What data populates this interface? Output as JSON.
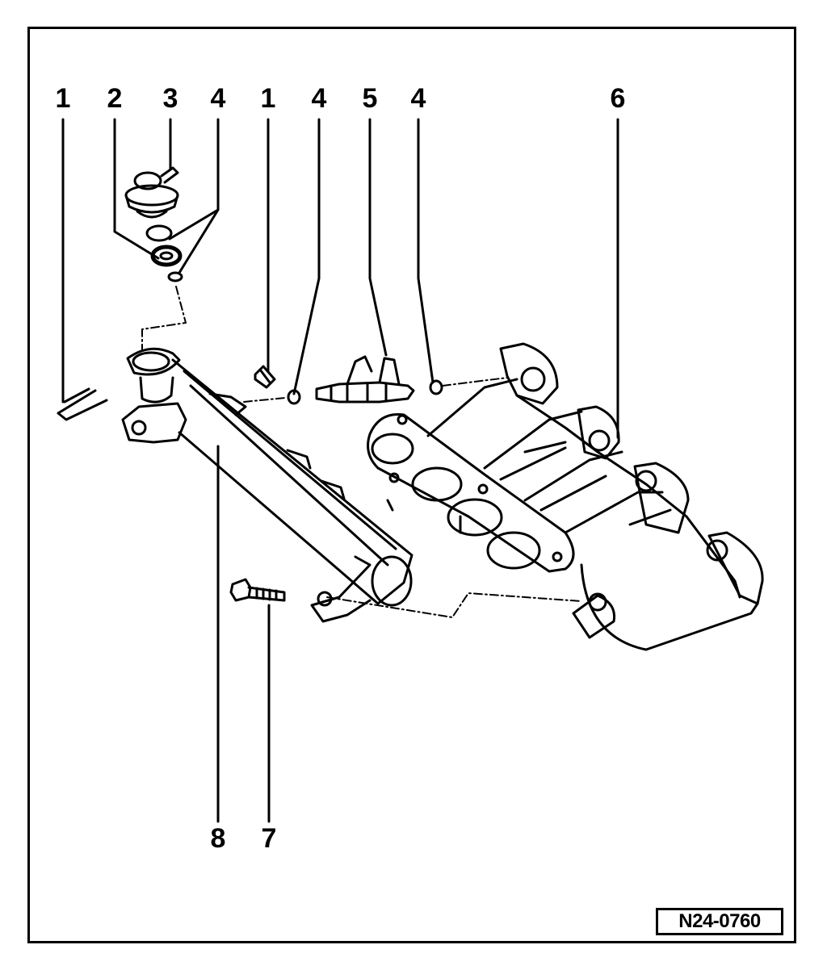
{
  "diagram": {
    "callouts": [
      "1",
      "2",
      "3",
      "4",
      "1",
      "4",
      "5",
      "4",
      "6",
      "8",
      "7"
    ],
    "reference_code": "N24-0760"
  }
}
